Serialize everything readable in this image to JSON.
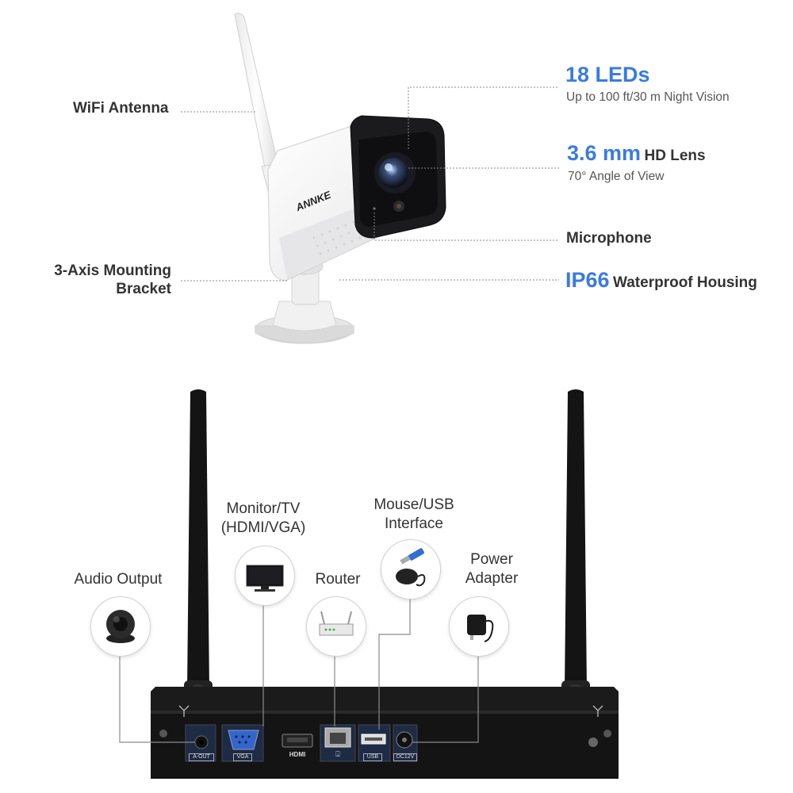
{
  "camera": {
    "wifi_antenna": "WiFi Antenna",
    "mount_line1": "3-Axis Mounting",
    "mount_line2": "Bracket",
    "leds_title": "18 LEDs",
    "leds_sub": "Up to 100 ft/30 m Night Vision",
    "lens_title_num": "3.6 mm",
    "lens_title_text": "HD Lens",
    "lens_sub": "70° Angle of View",
    "microphone": "Microphone",
    "ip_num": "IP66",
    "ip_text": "Waterproof Housing",
    "brand": "ANNKE"
  },
  "nvr": {
    "audio_output": "Audio Output",
    "monitor_line1": "Monitor/TV",
    "monitor_line2": "(HDMI/VGA)",
    "router": "Router",
    "mouse_line1": "Mouse/USB",
    "mouse_line2": "Interface",
    "power_line1": "Power",
    "power_line2": "Adapter",
    "ports": {
      "aout": "A-OUT",
      "vga": "VGA",
      "hdmi": "HDMI",
      "usb": "USB",
      "dc": "DC12V"
    }
  },
  "icons": [
    "speaker-icon",
    "monitor-icon",
    "router-icon",
    "mouse-usb-icon",
    "power-adapter-icon",
    "antenna-icon"
  ],
  "colors": {
    "accent": "#3b7be0",
    "text": "#333333",
    "nvr_body": "#141414"
  }
}
